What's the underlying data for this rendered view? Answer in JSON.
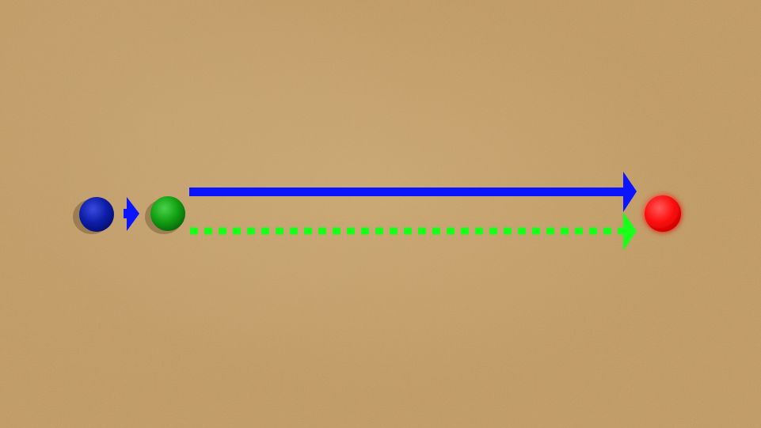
{
  "scene": {
    "surface": "sand",
    "background_color": "#c09a63",
    "balls": [
      {
        "name": "blue-ball",
        "color": "#0c1ea8"
      },
      {
        "name": "green-ball",
        "color": "#12a012"
      },
      {
        "name": "red-ball",
        "color": "#ff1010"
      }
    ],
    "arrows": [
      {
        "name": "blue-short-arrow",
        "color": "#0a14ff",
        "style": "solid"
      },
      {
        "name": "blue-long-arrow",
        "color": "#0a14ff",
        "style": "solid"
      },
      {
        "name": "green-dashed-arrow",
        "color": "#19ff19",
        "style": "dashed"
      }
    ]
  }
}
